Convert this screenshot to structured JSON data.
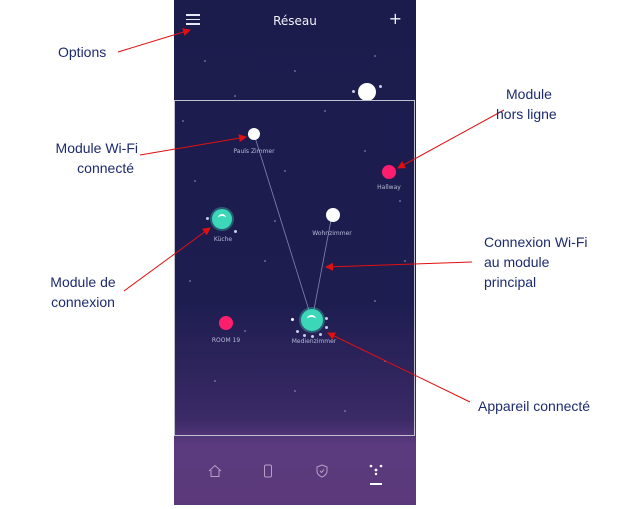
{
  "app": {
    "title": "Réseau",
    "add_label": "+",
    "colors": {
      "online_module": "#ffffff",
      "offline_module": "#ff1e6e",
      "gateway_module": "#3cd6b8",
      "line": "#9aa0cc",
      "annotation": "#1c2b6e",
      "arrow": "#e01010"
    }
  },
  "nodes": [
    {
      "id": "pauls",
      "label": "Pauls Zimmer",
      "status": "wifi"
    },
    {
      "id": "hallway",
      "label": "Hallway",
      "status": "offline"
    },
    {
      "id": "kueche",
      "label": "Küche",
      "status": "gateway"
    },
    {
      "id": "wohnzimmer",
      "label": "Wohnzimmer",
      "status": "wifi"
    },
    {
      "id": "room19",
      "label": "ROOM 19",
      "status": "offline"
    },
    {
      "id": "medienzimmer",
      "label": "Medienzimmer",
      "status": "gateway"
    }
  ],
  "bottom_nav": [
    {
      "name": "home-icon"
    },
    {
      "name": "phone-icon"
    },
    {
      "name": "shield-icon"
    },
    {
      "name": "network-icon",
      "active": true
    }
  ],
  "annotations": {
    "options": "Options",
    "wifi_module_1": "Module Wi-Fi",
    "wifi_module_2": "connecté",
    "offline_1": "Module",
    "offline_2": "hors ligne",
    "gateway_1": "Module de",
    "gateway_2": "connexion",
    "wifi_link_1": "Connexion Wi-Fi",
    "wifi_link_2": "au module",
    "wifi_link_3": "principal",
    "device": "Appareil connecté"
  }
}
